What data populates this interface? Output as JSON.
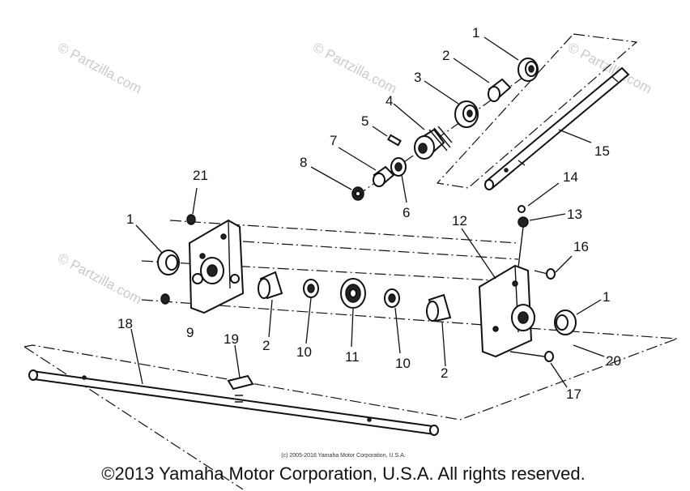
{
  "diagram": {
    "callouts": {
      "c1a": "1",
      "c2a": "2",
      "c3": "3",
      "c4": "4",
      "c5": "5",
      "c7": "7",
      "c8": "8",
      "c6": "6",
      "c15": "15",
      "c21": "21",
      "c1b": "1",
      "c9": "9",
      "c2b": "2",
      "c10a": "10",
      "c11": "11",
      "c10b": "10",
      "c2c": "2",
      "c12": "12",
      "c14": "14",
      "c13": "13",
      "c16": "16",
      "c1c": "1",
      "c20": "20",
      "c17": "17",
      "c18": "18",
      "c19": "19"
    },
    "watermark": {
      "w1": "© Partzilla.com",
      "w2": "© Partzilla.com",
      "w3": "© Partzilla.com",
      "w4": "© Partzilla.com"
    },
    "small_copyright": "(c) 2005-2016 Yamaha Motor Corporation, U.S.A.",
    "footer_copyright": "©2013 Yamaha Motor Corporation, U.S.A. All rights reserved."
  }
}
